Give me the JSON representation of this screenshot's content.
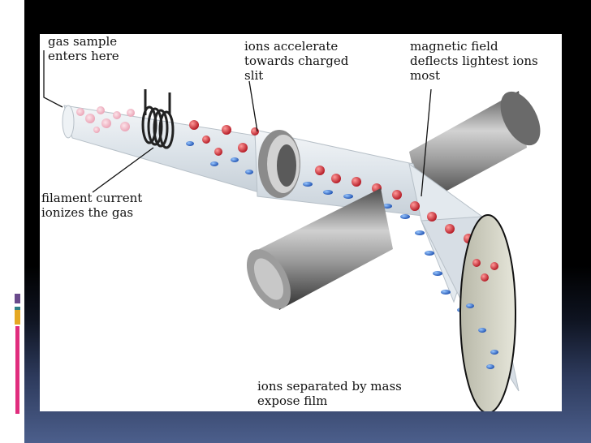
{
  "labels": {
    "gas_sample": "gas sample\nenters here",
    "accelerate": "ions accelerate\ntowards charged\n slit",
    "magnetic": "magnetic field\ndeflects lightest ions\nmost",
    "filament": "filament current\nionizes the gas",
    "separated": "ions separated by mass\nexpose film"
  },
  "colors": {
    "heavy_ion": "#c8202c",
    "light_ion": "#2a6fd6",
    "magnet": "#8a8a8a",
    "tube": "#e8edf2",
    "pink_accent": "#e02d7d",
    "gold_accent": "#e5a823"
  }
}
